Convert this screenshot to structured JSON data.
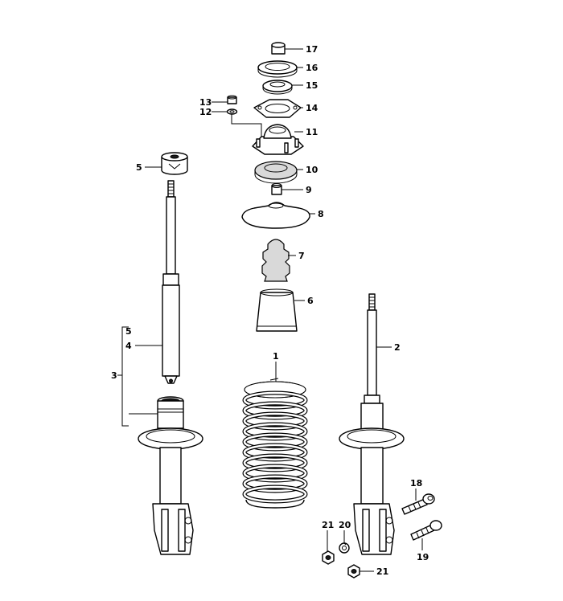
{
  "callouts": [
    {
      "id": "17",
      "label": "17"
    },
    {
      "id": "16",
      "label": "16"
    },
    {
      "id": "15",
      "label": "15"
    },
    {
      "id": "14",
      "label": "14"
    },
    {
      "id": "13",
      "label": "13"
    },
    {
      "id": "12",
      "label": "12"
    },
    {
      "id": "11",
      "label": "11"
    },
    {
      "id": "10",
      "label": "10"
    },
    {
      "id": "9",
      "label": "9"
    },
    {
      "id": "8",
      "label": "8"
    },
    {
      "id": "7",
      "label": "7"
    },
    {
      "id": "6",
      "label": "6"
    },
    {
      "id": "5a",
      "label": "5"
    },
    {
      "id": "5b",
      "label": "5"
    },
    {
      "id": "4",
      "label": "4"
    },
    {
      "id": "3",
      "label": "3"
    },
    {
      "id": "1",
      "label": "1"
    },
    {
      "id": "2",
      "label": "2"
    },
    {
      "id": "18",
      "label": "18"
    },
    {
      "id": "19",
      "label": "19"
    },
    {
      "id": "20",
      "label": "20"
    },
    {
      "id": "21a",
      "label": "21"
    },
    {
      "id": "21b",
      "label": "21"
    }
  ],
  "colors": {
    "ink": "#000000",
    "paper": "#ffffff",
    "shade": "#d9d9d9"
  }
}
